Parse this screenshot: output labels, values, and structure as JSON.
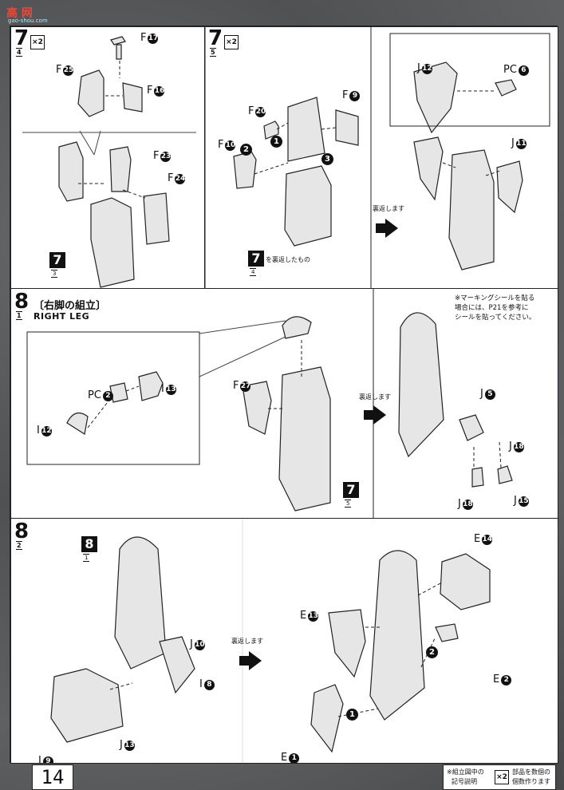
{
  "logo": {
    "text": "高 网",
    "url_text": "gao-shou.com"
  },
  "page_number": "14",
  "legend": {
    "note_line1": "※組立図中の",
    "note_line2": "記号説明",
    "badge": "×2",
    "desc_line1": "部品を数個の",
    "desc_line2": "個数作ります"
  },
  "step7_4": {
    "step": "7",
    "sub": "4",
    "badge": "×2",
    "labels": {
      "f17": "F",
      "f17n": "17",
      "f25": "F",
      "f25n": "25",
      "f16": "F",
      "f16n": "16",
      "f23": "F",
      "f23n": "23",
      "f24": "F",
      "f24n": "24"
    },
    "ref": {
      "step": "7",
      "sub": "3"
    }
  },
  "step7_5": {
    "step": "7",
    "sub": "5",
    "badge": "×2",
    "labels": {
      "f20": "F",
      "f20n": "20",
      "f10": "F",
      "f10n": "10",
      "f9": "F",
      "f9n": "9",
      "j12": "J",
      "j12n": "12",
      "pc6": "PC",
      "pc6n": "6",
      "j11": "J",
      "j11n": "11"
    },
    "arrows": [
      "1",
      "2",
      "3"
    ],
    "turn_over": "裏返します",
    "ref": {
      "step": "7",
      "sub": "4",
      "text": "を裏返したもの"
    }
  },
  "step8_1": {
    "step": "8",
    "sub": "1",
    "title": "〔右脚の組立〕",
    "subtitle": "RIGHT LEG",
    "labels": {
      "pc2": "PC",
      "pc2n": "2",
      "i13": "I",
      "i13n": "13",
      "i12": "I",
      "i12n": "12",
      "f27": "F",
      "f27n": "27",
      "j5": "J",
      "j5n": "5",
      "j18a": "J",
      "j18an": "18",
      "j18b": "J",
      "j18bn": "18",
      "j15": "J",
      "j15n": "15"
    },
    "turn_over": "裏返します",
    "note": [
      "※マーキングシールを貼る",
      "場合には、P21を参考に",
      "シールを貼ってください。"
    ],
    "ref": {
      "step": "7",
      "sub": "5"
    }
  },
  "step8_2": {
    "step": "8",
    "sub": "2",
    "labels": {
      "j10": "J",
      "j10n": "10",
      "i8": "I",
      "i8n": "8",
      "i9": "I",
      "i9n": "9",
      "j13": "J",
      "j13n": "13",
      "e14": "E",
      "e14n": "14",
      "e13": "E",
      "e13n": "13",
      "e2": "E",
      "e2n": "2",
      "e1": "E",
      "e1n": "1"
    },
    "arrows": [
      "1",
      "2"
    ],
    "turn_over": "裏返します",
    "ref": {
      "step": "8",
      "sub": "1"
    }
  }
}
